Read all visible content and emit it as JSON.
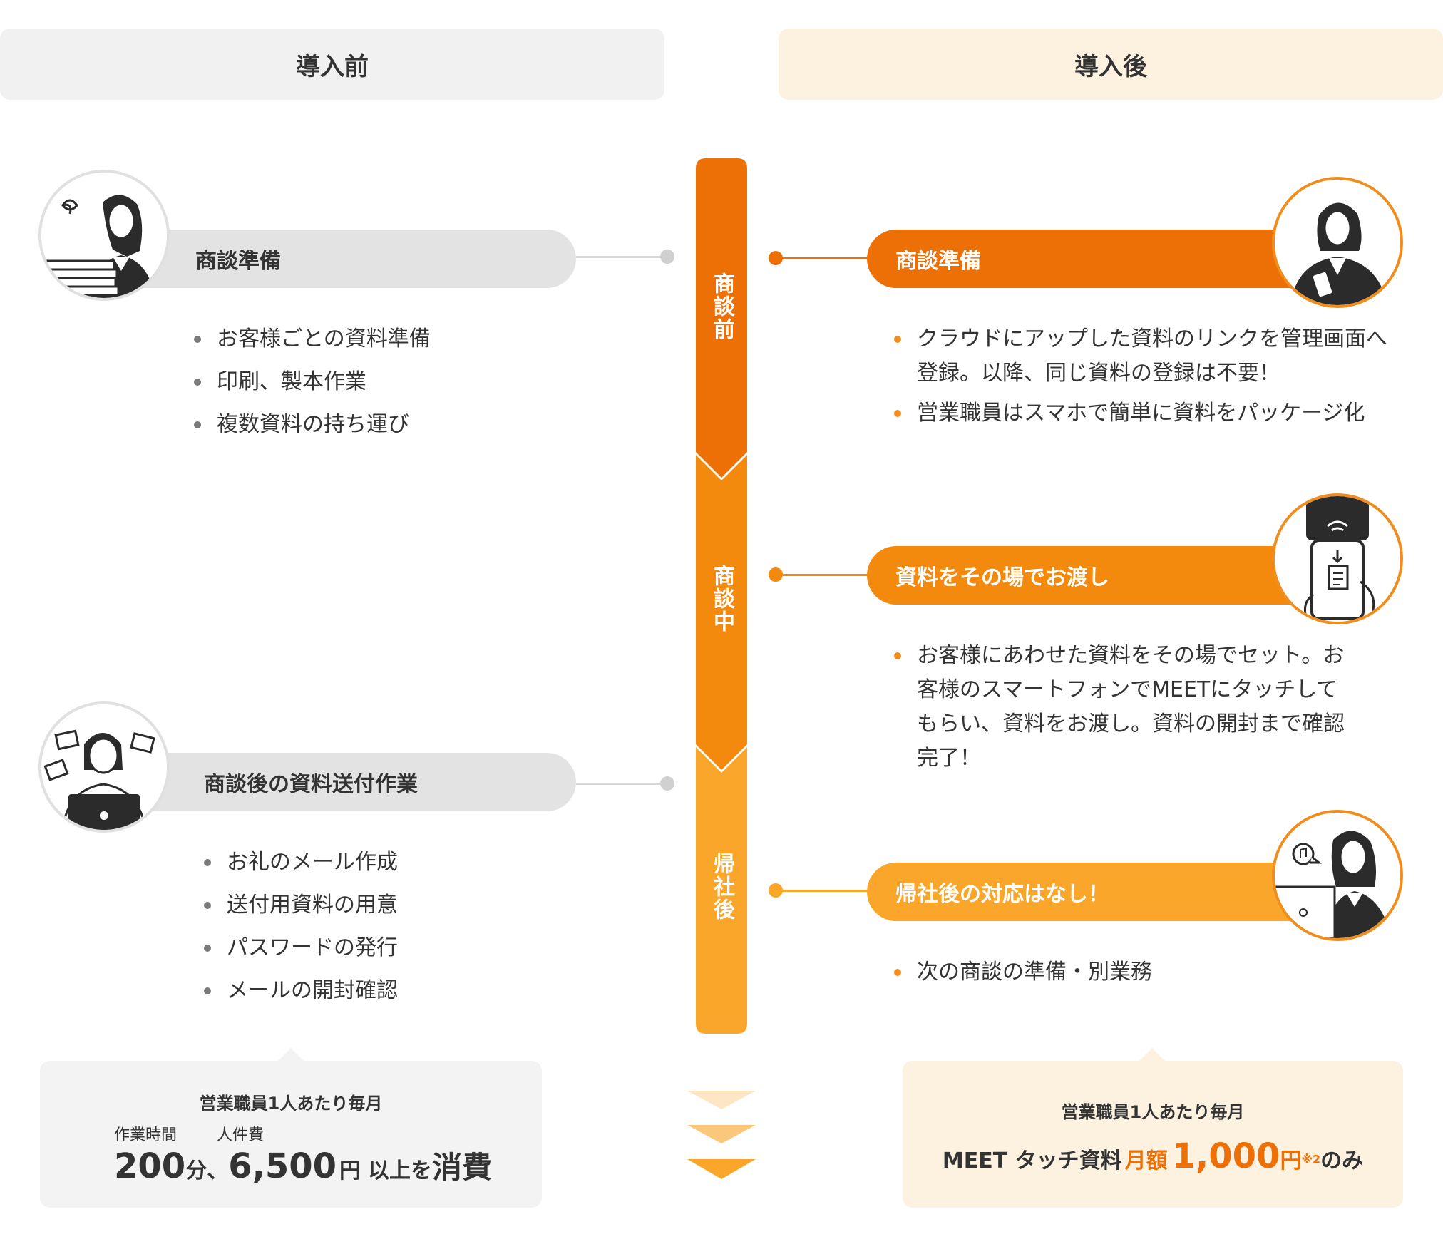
{
  "headers": {
    "before": "導入前",
    "after": "導入後"
  },
  "timeline": [
    {
      "label": "商談前",
      "color": "#ec7006"
    },
    {
      "label": "商談中",
      "color": "#f38a0d"
    },
    {
      "label": "帰社後",
      "color": "#f9a62a"
    }
  ],
  "before": {
    "stages": [
      {
        "title": "商談準備",
        "items": [
          "お客様ごとの資料準備",
          "印刷、製本作業",
          "複数資料の持ち運び"
        ]
      },
      {
        "title": "商談後の資料送付作業",
        "items": [
          "お礼のメール作成",
          "送付用資料の用意",
          "パスワードの発行",
          "メールの開封確認"
        ]
      }
    ],
    "summary": {
      "heading": "営業職員1人あたり毎月",
      "label_time": "作業時間",
      "label_cost": "人件費",
      "time_value": "200",
      "time_unit": "分、",
      "cost_value": "6,500",
      "cost_unit": "円",
      "suffix_small": "以上を",
      "suffix_big": "消費"
    }
  },
  "after": {
    "stages": [
      {
        "title": "商談準備",
        "color": "#ec7006",
        "items": [
          "クラウドにアップした資料のリンクを管理画面へ登録。以降、同じ資料の登録は不要！",
          "営業職員はスマホで簡単に資料をパッケージ化"
        ]
      },
      {
        "title": "資料をその場でお渡し",
        "color": "#f38a0d",
        "items": [
          "お客様にあわせた資料をその場でセット。お客様のスマートフォンでMEETにタッチしてもらい、資料をお渡し。資料の開封まで確認完了！"
        ]
      },
      {
        "title": "帰社後の対応はなし！",
        "color": "#f9a62a",
        "items": [
          "次の商談の準備・別業務"
        ]
      }
    ],
    "summary": {
      "heading": "営業職員1人あたり毎月",
      "product": "MEET タッチ資料",
      "monthly": "月額",
      "price": "1,000",
      "yen": "円",
      "note": "※2",
      "only": "のみ"
    }
  },
  "colors": {
    "orange_dark": "#ec7006",
    "orange_mid": "#f38a0d",
    "orange_light": "#f9a62a",
    "gray_pill": "#e3e3e3"
  }
}
